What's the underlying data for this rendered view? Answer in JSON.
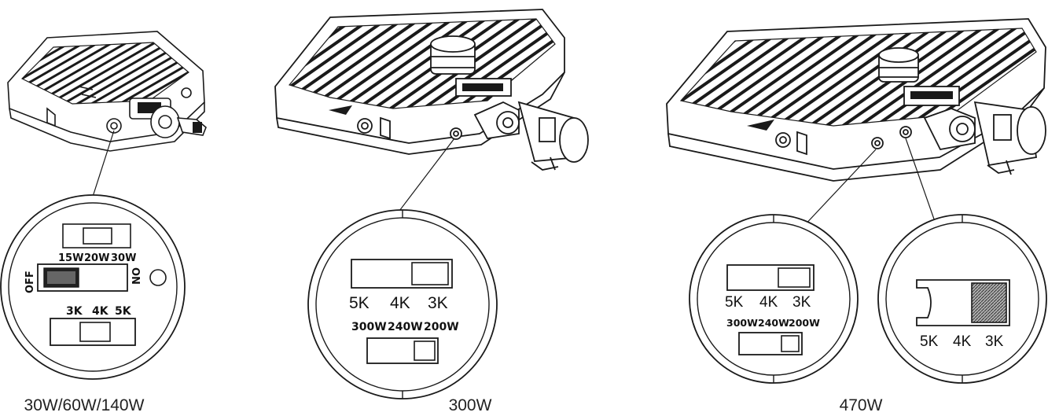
{
  "products": [
    {
      "caption": "30W/60W/140W",
      "wattage_labels": [
        "15W",
        "20W",
        "30W"
      ],
      "switch_off_label": "OFF",
      "switch_on_label": "ON",
      "cct_labels": [
        "3K",
        "4K",
        "5K"
      ]
    },
    {
      "caption": "300W",
      "cct_labels": [
        "5K",
        "4K",
        "3K"
      ],
      "wattage_labels": [
        "300W",
        "240W",
        "200W"
      ]
    },
    {
      "caption": "470W",
      "cct_labels": [
        "5K",
        "4K",
        "3K"
      ],
      "wattage_labels": [
        "300W",
        "240W",
        "200W"
      ],
      "cct_labels_second": [
        "5K",
        "4K",
        "3K"
      ]
    }
  ],
  "colors": {
    "line": "#1a1a1a",
    "background": "#ffffff"
  }
}
